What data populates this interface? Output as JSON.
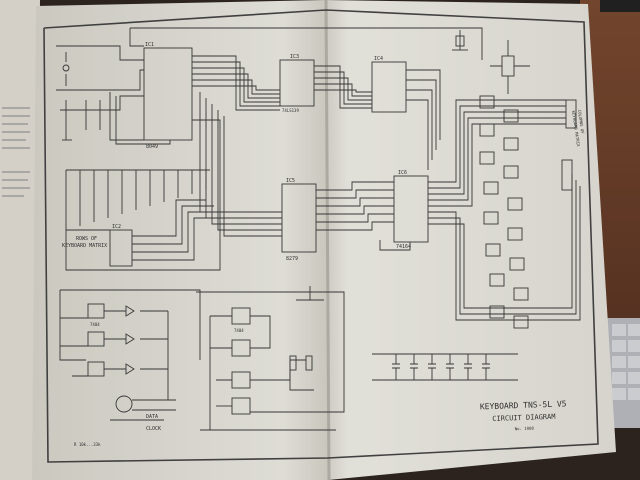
{
  "title_block": {
    "title": "KEYBOARD TNS-5L V5",
    "subtitle": "CIRCUIT DIAGRAM",
    "number": "No. 1088"
  },
  "labels": {
    "rows": "ROWS OF",
    "rows_sub": "KEYBOARD MATRIX",
    "cols": "COLUMNS OF",
    "cols_sub": "KEYBOARD MATRIX",
    "clock": "CLOCK",
    "data": "DATA",
    "footnote": "R 10k...33k"
  },
  "chips": {
    "ic1": "IC1",
    "ic2": "IC2",
    "ic3": "IC3",
    "ic4": "IC4",
    "ic5": "IC5",
    "ic6": "IC6",
    "d8049": "8049",
    "d74139": "74LS139",
    "d8279": "8279",
    "d74164": "74164",
    "d7404": "7404"
  },
  "colors": {
    "paper": "#ecebe3",
    "paper_shadow": "#c9c6bb",
    "ink": "#333333",
    "desk": "#3b302a",
    "wood": "#8a5a3a"
  }
}
